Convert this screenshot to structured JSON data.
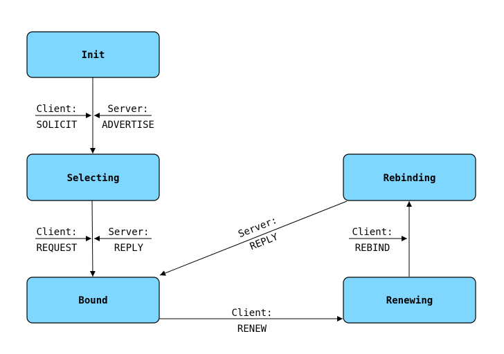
{
  "states": {
    "init": "Init",
    "selecting": "Selecting",
    "bound": "Bound",
    "renewing": "Renewing",
    "rebinding": "Rebinding"
  },
  "transitions": {
    "init_selecting_client": {
      "line1": "Client:",
      "line2": "SOLICIT"
    },
    "init_selecting_server": {
      "line1": "Server:",
      "line2": "ADVERTISE"
    },
    "selecting_bound_client": {
      "line1": "Client:",
      "line2": "REQUEST"
    },
    "selecting_bound_server": {
      "line1": "Server:",
      "line2": "REPLY"
    },
    "bound_renewing_client": {
      "line1": "Client:",
      "line2": "RENEW"
    },
    "renewing_rebinding_client": {
      "line1": "Client:",
      "line2": "REBIND"
    },
    "rebinding_bound_server": {
      "line1": "Server:",
      "line2": "REPLY"
    }
  },
  "colors": {
    "state_fill": "#7fd7ff",
    "stroke": "#000000"
  }
}
